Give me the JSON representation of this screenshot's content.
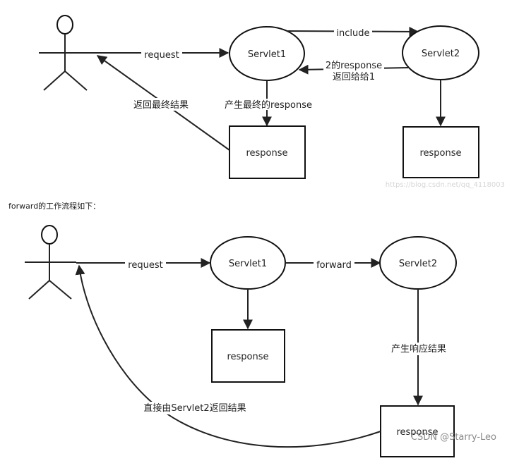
{
  "include_diagram": {
    "servlet1": "Servlet1",
    "servlet2": "Servlet2",
    "response_left": "response",
    "response_right": "response",
    "edge_request": "request",
    "edge_include": "include",
    "edge_return_line1": "2的response",
    "edge_return_line2": "返回给给1",
    "edge_generate": "产生最终的response",
    "edge_back": "返回最终结果",
    "watermark_url": "https://blog.csdn.net/qq_4118003"
  },
  "caption": "forward的工作流程如下：",
  "forward_diagram": {
    "servlet1": "Servlet1",
    "servlet2": "Servlet2",
    "response_left": "response",
    "response_bottom": "response",
    "edge_request": "request",
    "edge_forward": "forward",
    "edge_generate": "产生响应结果",
    "edge_back": "直接由Servlet2返回结果"
  },
  "watermark_csdn": "CSDN @Starry-Leo"
}
